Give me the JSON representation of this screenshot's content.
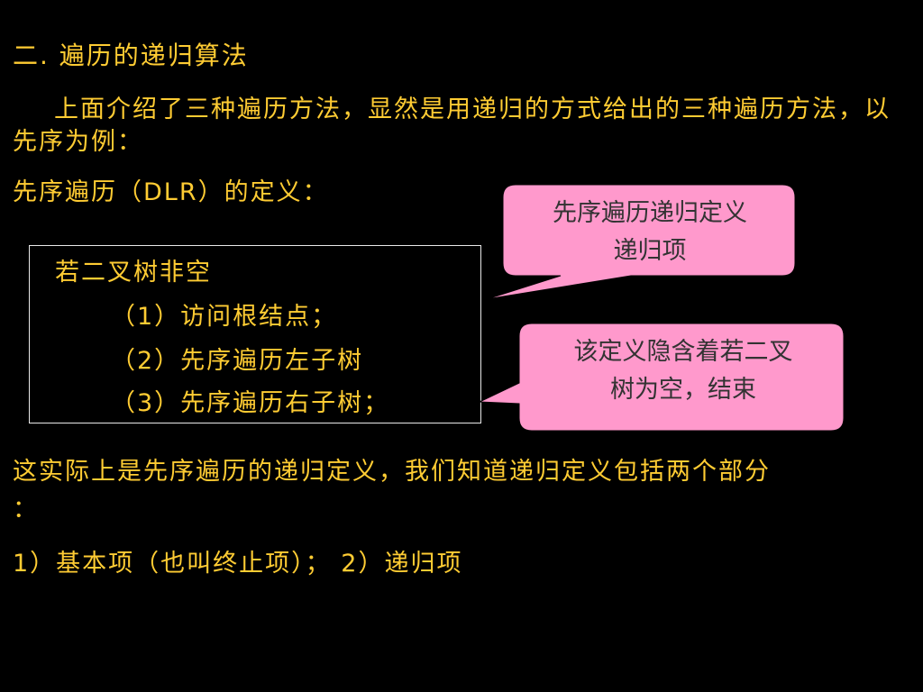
{
  "slide": {
    "title": "二. 遍历的递归算法",
    "intro": "上面介绍了三种遍历方法，显然是用递归的方式给出的三种遍历方法，以先序为例：",
    "definition_heading": "先序遍历（DLR）的定义：",
    "definition_box": {
      "condition": "若二叉树非空",
      "step1": "（1）访问根结点；",
      "step2": "（2）先序遍历左子树",
      "step3": "（3）先序遍历右子树；"
    },
    "explanation_line1": "这实际上是先序遍历的递归定义，我们知道递归定义包括两个部分",
    "explanation_line2": "：",
    "parts": "1）基本项（也叫终止项）； 2）递归项",
    "callout_top": {
      "line1": "先序遍历递归定义",
      "line2": "递归项"
    },
    "callout_bottom": {
      "line1": "该定义隐含着若二叉",
      "line2": "树为空，结束"
    }
  },
  "colors": {
    "background": "#000000",
    "text": "#FFCC33",
    "callout_fill": "#FF99CC",
    "callout_text": "#333333",
    "box_border": "#E8E8E8"
  }
}
